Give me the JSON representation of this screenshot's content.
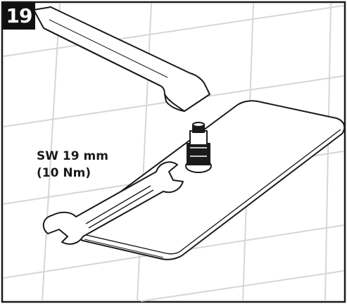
{
  "step": {
    "number": "19"
  },
  "annotation": {
    "wrench_size": "SW 19 mm",
    "torque": "(10 Nm)"
  },
  "icons": [
    "wrench-icon",
    "shower-arm-icon",
    "shower-head-icon",
    "connector-nut-icon"
  ],
  "colors": {
    "line": "#1a1a1a",
    "tile_grid": "#d9d9d9",
    "background": "#ffffff",
    "badge": "#111111"
  }
}
